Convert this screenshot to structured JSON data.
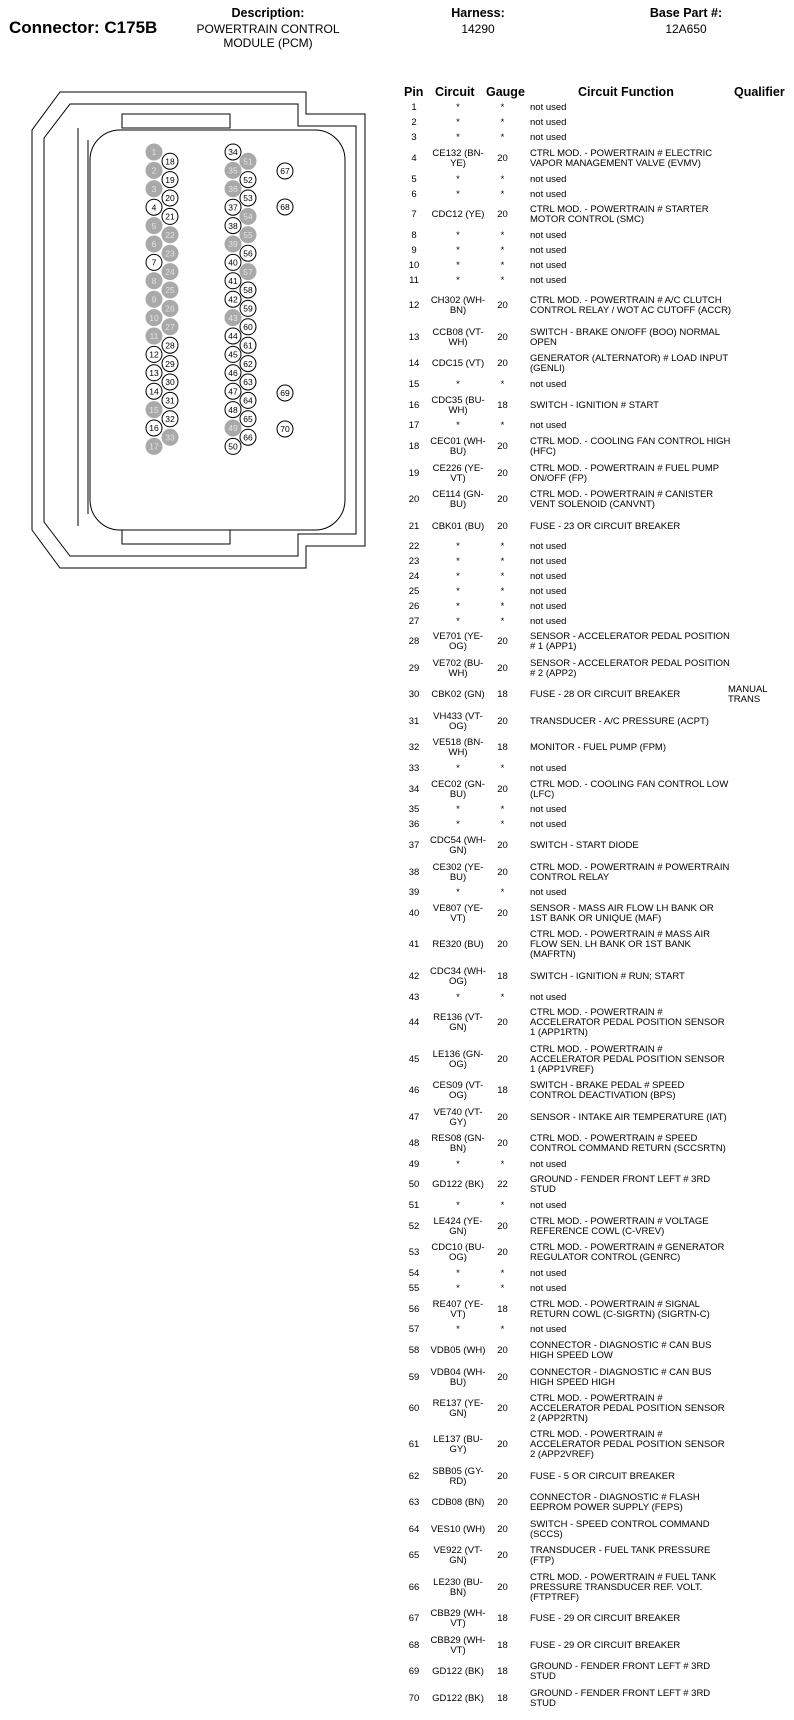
{
  "header": {
    "connector": "Connector: C175B",
    "description_label": "Description:",
    "description": "POWERTRAIN CONTROL MODULE (PCM)",
    "harness_label": "Harness:",
    "harness": "14290",
    "base_part_label": "Base Part #:",
    "base_part": "12A650"
  },
  "table": {
    "headers": {
      "pin": "Pin",
      "circuit": "Circuit",
      "gauge": "Gauge",
      "function": "Circuit Function",
      "qualifier": "Qualifier"
    },
    "rows": [
      {
        "pin": "1",
        "circuit": "*",
        "gauge": "*",
        "function": "not used",
        "qualifier": ""
      },
      {
        "pin": "2",
        "circuit": "*",
        "gauge": "*",
        "function": "not used",
        "qualifier": ""
      },
      {
        "pin": "3",
        "circuit": "*",
        "gauge": "*",
        "function": "not used",
        "qualifier": ""
      },
      {
        "pin": "4",
        "circuit": "CE132 (BN-YE)",
        "gauge": "20",
        "function": "CTRL MOD. - POWERTRAIN # ELECTRIC VAPOR MANAGEMENT VALVE (EVMV)",
        "qualifier": ""
      },
      {
        "pin": "5",
        "circuit": "*",
        "gauge": "*",
        "function": "not used",
        "qualifier": ""
      },
      {
        "pin": "6",
        "circuit": "*",
        "gauge": "*",
        "function": "not used",
        "qualifier": ""
      },
      {
        "pin": "7",
        "circuit": "CDC12 (YE)",
        "gauge": "20",
        "function": "CTRL MOD. - POWERTRAIN # STARTER MOTOR CONTROL (SMC)",
        "qualifier": ""
      },
      {
        "pin": "8",
        "circuit": "*",
        "gauge": "*",
        "function": "not used",
        "qualifier": ""
      },
      {
        "pin": "9",
        "circuit": "*",
        "gauge": "*",
        "function": "not used",
        "qualifier": ""
      },
      {
        "pin": "10",
        "circuit": "*",
        "gauge": "*",
        "function": "not used",
        "qualifier": ""
      },
      {
        "pin": "11",
        "circuit": "*",
        "gauge": "*",
        "function": "not used",
        "qualifier": ""
      },
      {
        "pin": "12",
        "circuit": "CH302 (WH-BN)",
        "gauge": "20",
        "function": "CTRL MOD. - POWERTRAIN # A/C CLUTCH CONTROL RELAY / WOT AC CUTOFF (ACCR)",
        "qualifier": ""
      },
      {
        "pin": "13",
        "circuit": "CCB08 (VT-WH)",
        "gauge": "20",
        "function": "SWITCH - BRAKE ON/OFF (BOO) NORMAL OPEN",
        "qualifier": ""
      },
      {
        "pin": "14",
        "circuit": "CDC15 (VT)",
        "gauge": "20",
        "function": "GENERATOR (ALTERNATOR) # LOAD INPUT (GENLI)",
        "qualifier": ""
      },
      {
        "pin": "15",
        "circuit": "*",
        "gauge": "*",
        "function": "not used",
        "qualifier": ""
      },
      {
        "pin": "16",
        "circuit": "CDC35 (BU-WH)",
        "gauge": "18",
        "function": "SWITCH - IGNITION # START",
        "qualifier": ""
      },
      {
        "pin": "17",
        "circuit": "*",
        "gauge": "*",
        "function": "not used",
        "qualifier": ""
      },
      {
        "pin": "18",
        "circuit": "CEC01 (WH-BU)",
        "gauge": "20",
        "function": "CTRL MOD. - COOLING FAN CONTROL HIGH (HFC)",
        "qualifier": ""
      },
      {
        "pin": "19",
        "circuit": "CE226 (YE-VT)",
        "gauge": "20",
        "function": "CTRL MOD. - POWERTRAIN # FUEL PUMP ON/OFF (FP)",
        "qualifier": ""
      },
      {
        "pin": "20",
        "circuit": "CE114 (GN-BU)",
        "gauge": "20",
        "function": "CTRL MOD. - POWERTRAIN # CANISTER VENT SOLENOID (CANVNT)",
        "qualifier": ""
      },
      {
        "pin": "21",
        "circuit": "CBK01 (BU)",
        "gauge": "20",
        "function": "FUSE - 23 OR CIRCUIT BREAKER",
        "qualifier": ""
      },
      {
        "pin": "22",
        "circuit": "*",
        "gauge": "*",
        "function": "not used",
        "qualifier": ""
      },
      {
        "pin": "23",
        "circuit": "*",
        "gauge": "*",
        "function": "not used",
        "qualifier": ""
      },
      {
        "pin": "24",
        "circuit": "*",
        "gauge": "*",
        "function": "not used",
        "qualifier": ""
      },
      {
        "pin": "25",
        "circuit": "*",
        "gauge": "*",
        "function": "not used",
        "qualifier": ""
      },
      {
        "pin": "26",
        "circuit": "*",
        "gauge": "*",
        "function": "not used",
        "qualifier": ""
      },
      {
        "pin": "27",
        "circuit": "*",
        "gauge": "*",
        "function": "not used",
        "qualifier": ""
      },
      {
        "pin": "28",
        "circuit": "VE701 (YE-OG)",
        "gauge": "20",
        "function": "SENSOR - ACCELERATOR PEDAL POSITION # 1 (APP1)",
        "qualifier": ""
      },
      {
        "pin": "29",
        "circuit": "VE702 (BU-WH)",
        "gauge": "20",
        "function": "SENSOR - ACCELERATOR PEDAL POSITION # 2 (APP2)",
        "qualifier": ""
      },
      {
        "pin": "30",
        "circuit": "CBK02 (GN)",
        "gauge": "18",
        "function": "FUSE - 28 OR CIRCUIT BREAKER",
        "qualifier": "MANUAL TRANS"
      },
      {
        "pin": "31",
        "circuit": "VH433 (VT-OG)",
        "gauge": "20",
        "function": "TRANSDUCER - A/C PRESSURE (ACPT)",
        "qualifier": ""
      },
      {
        "pin": "32",
        "circuit": "VE518 (BN-WH)",
        "gauge": "18",
        "function": "MONITOR - FUEL PUMP (FPM)",
        "qualifier": ""
      },
      {
        "pin": "33",
        "circuit": "*",
        "gauge": "*",
        "function": "not used",
        "qualifier": ""
      },
      {
        "pin": "34",
        "circuit": "CEC02 (GN-BU)",
        "gauge": "20",
        "function": "CTRL MOD. - COOLING FAN CONTROL LOW (LFC)",
        "qualifier": ""
      },
      {
        "pin": "35",
        "circuit": "*",
        "gauge": "*",
        "function": "not used",
        "qualifier": ""
      },
      {
        "pin": "36",
        "circuit": "*",
        "gauge": "*",
        "function": "not used",
        "qualifier": ""
      },
      {
        "pin": "37",
        "circuit": "CDC54 (WH-GN)",
        "gauge": "20",
        "function": "SWITCH - START DIODE",
        "qualifier": ""
      },
      {
        "pin": "38",
        "circuit": "CE302 (YE-BU)",
        "gauge": "20",
        "function": "CTRL MOD. - POWERTRAIN # POWERTRAIN CONTROL RELAY",
        "qualifier": ""
      },
      {
        "pin": "39",
        "circuit": "*",
        "gauge": "*",
        "function": "not used",
        "qualifier": ""
      },
      {
        "pin": "40",
        "circuit": "VE807 (YE-VT)",
        "gauge": "20",
        "function": "SENSOR - MASS AIR FLOW LH BANK OR 1ST BANK OR UNIQUE (MAF)",
        "qualifier": ""
      },
      {
        "pin": "41",
        "circuit": "RE320 (BU)",
        "gauge": "20",
        "function": "CTRL MOD. - POWERTRAIN # MASS AIR FLOW SEN. LH BANK OR 1ST BANK (MAFRTN)",
        "qualifier": ""
      },
      {
        "pin": "42",
        "circuit": "CDC34 (WH-OG)",
        "gauge": "18",
        "function": "SWITCH - IGNITION # RUN; START",
        "qualifier": ""
      },
      {
        "pin": "43",
        "circuit": "*",
        "gauge": "*",
        "function": "not used",
        "qualifier": ""
      },
      {
        "pin": "44",
        "circuit": "RE136 (VT-GN)",
        "gauge": "20",
        "function": "CTRL MOD. - POWERTRAIN # ACCELERATOR PEDAL POSITION SENSOR 1 (APP1RTN)",
        "qualifier": ""
      },
      {
        "pin": "45",
        "circuit": "LE136 (GN-OG)",
        "gauge": "20",
        "function": "CTRL MOD. - POWERTRAIN # ACCELERATOR PEDAL POSITION SENSOR 1 (APP1VREF)",
        "qualifier": ""
      },
      {
        "pin": "46",
        "circuit": "CES09 (VT-OG)",
        "gauge": "18",
        "function": "SWITCH - BRAKE PEDAL # SPEED CONTROL DEACTIVATION (BPS)",
        "qualifier": ""
      },
      {
        "pin": "47",
        "circuit": "VE740 (VT-GY)",
        "gauge": "20",
        "function": "SENSOR - INTAKE AIR TEMPERATURE (IAT)",
        "qualifier": ""
      },
      {
        "pin": "48",
        "circuit": "RES08 (GN-BN)",
        "gauge": "20",
        "function": "CTRL MOD. - POWERTRAIN # SPEED CONTROL COMMAND RETURN (SCCSRTN)",
        "qualifier": ""
      },
      {
        "pin": "49",
        "circuit": "*",
        "gauge": "*",
        "function": "not used",
        "qualifier": ""
      },
      {
        "pin": "50",
        "circuit": "GD122 (BK)",
        "gauge": "22",
        "function": "GROUND - FENDER FRONT LEFT # 3RD STUD",
        "qualifier": ""
      },
      {
        "pin": "51",
        "circuit": "*",
        "gauge": "*",
        "function": "not used",
        "qualifier": ""
      },
      {
        "pin": "52",
        "circuit": "LE424 (YE-GN)",
        "gauge": "20",
        "function": "CTRL MOD. - POWERTRAIN # VOLTAGE REFERENCE COWL (C-VREV)",
        "qualifier": ""
      },
      {
        "pin": "53",
        "circuit": "CDC10 (BU-OG)",
        "gauge": "20",
        "function": "CTRL MOD. - POWERTRAIN # GENERATOR REGULATOR CONTROL (GENRC)",
        "qualifier": ""
      },
      {
        "pin": "54",
        "circuit": "*",
        "gauge": "*",
        "function": "not used",
        "qualifier": ""
      },
      {
        "pin": "55",
        "circuit": "*",
        "gauge": "*",
        "function": "not used",
        "qualifier": ""
      },
      {
        "pin": "56",
        "circuit": "RE407 (YE-VT)",
        "gauge": "18",
        "function": "CTRL MOD. - POWERTRAIN # SIGNAL RETURN COWL (C-SIGRTN) (SIGRTN-C)",
        "qualifier": ""
      },
      {
        "pin": "57",
        "circuit": "*",
        "gauge": "*",
        "function": "not used",
        "qualifier": ""
      },
      {
        "pin": "58",
        "circuit": "VDB05 (WH)",
        "gauge": "20",
        "function": "CONNECTOR - DIAGNOSTIC # CAN BUS HIGH SPEED LOW",
        "qualifier": ""
      },
      {
        "pin": "59",
        "circuit": "VDB04 (WH-BU)",
        "gauge": "20",
        "function": "CONNECTOR - DIAGNOSTIC # CAN BUS HIGH SPEED HIGH",
        "qualifier": ""
      },
      {
        "pin": "60",
        "circuit": "RE137 (YE-GN)",
        "gauge": "20",
        "function": "CTRL MOD. - POWERTRAIN # ACCELERATOR PEDAL POSITION SENSOR 2 (APP2RTN)",
        "qualifier": ""
      },
      {
        "pin": "61",
        "circuit": "LE137 (BU-GY)",
        "gauge": "20",
        "function": "CTRL MOD. - POWERTRAIN # ACCELERATOR PEDAL POSITION SENSOR 2 (APP2VREF)",
        "qualifier": ""
      },
      {
        "pin": "62",
        "circuit": "SBB05 (GY-RD)",
        "gauge": "20",
        "function": "FUSE - 5 OR CIRCUIT BREAKER",
        "qualifier": ""
      },
      {
        "pin": "63",
        "circuit": "CDB08 (BN)",
        "gauge": "20",
        "function": "CONNECTOR - DIAGNOSTIC # FLASH EEPROM POWER SUPPLY (FEPS)",
        "qualifier": ""
      },
      {
        "pin": "64",
        "circuit": "VES10 (WH)",
        "gauge": "20",
        "function": "SWITCH - SPEED CONTROL COMMAND (SCCS)",
        "qualifier": ""
      },
      {
        "pin": "65",
        "circuit": "VE922 (VT-GN)",
        "gauge": "20",
        "function": "TRANSDUCER - FUEL TANK PRESSURE (FTP)",
        "qualifier": ""
      },
      {
        "pin": "66",
        "circuit": "LE230 (BU-BN)",
        "gauge": "20",
        "function": "CTRL MOD. - POWERTRAIN # FUEL TANK PRESSURE TRANSDUCER REF. VOLT. (FTPTREF)",
        "qualifier": ""
      },
      {
        "pin": "67",
        "circuit": "CBB29 (WH-VT)",
        "gauge": "18",
        "function": "FUSE - 29 OR CIRCUIT BREAKER",
        "qualifier": ""
      },
      {
        "pin": "68",
        "circuit": "CBB29 (WH-VT)",
        "gauge": "18",
        "function": "FUSE - 29 OR CIRCUIT BREAKER",
        "qualifier": ""
      },
      {
        "pin": "69",
        "circuit": "GD122 (BK)",
        "gauge": "18",
        "function": "GROUND - FENDER FRONT LEFT # 3RD STUD",
        "qualifier": ""
      },
      {
        "pin": "70",
        "circuit": "GD122 (BK)",
        "gauge": "18",
        "function": "GROUND - FENDER FRONT LEFT # 3RD STUD",
        "qualifier": ""
      }
    ]
  },
  "diagram": {
    "pins_left_a": [
      "1",
      "2",
      "3",
      "4",
      "5",
      "6",
      "7",
      "8",
      "9",
      "10",
      "11",
      "12",
      "13",
      "14",
      "15",
      "16",
      "17"
    ],
    "pins_left_b": [
      "18",
      "19",
      "20",
      "21",
      "22",
      "23",
      "24",
      "25",
      "26",
      "27",
      "28",
      "29",
      "30",
      "31",
      "32",
      "33"
    ],
    "pins_right_a": [
      "34",
      "35",
      "36",
      "37",
      "38",
      "39",
      "40",
      "41",
      "42",
      "43",
      "44",
      "45",
      "46",
      "47",
      "48",
      "49",
      "50"
    ],
    "pins_right_b": [
      "51",
      "52",
      "53",
      "54",
      "55",
      "56",
      "57",
      "58",
      "59",
      "60",
      "61",
      "62",
      "63",
      "64",
      "65",
      "66"
    ],
    "pins_extra_top": [
      "67",
      "68"
    ],
    "pins_extra_bottom": [
      "69",
      "70"
    ],
    "colors": {
      "unused_fill": "#a9a9a9",
      "unused_text": "#e2e2e2",
      "used_fill": "#ffffff",
      "line": "#000000"
    }
  }
}
